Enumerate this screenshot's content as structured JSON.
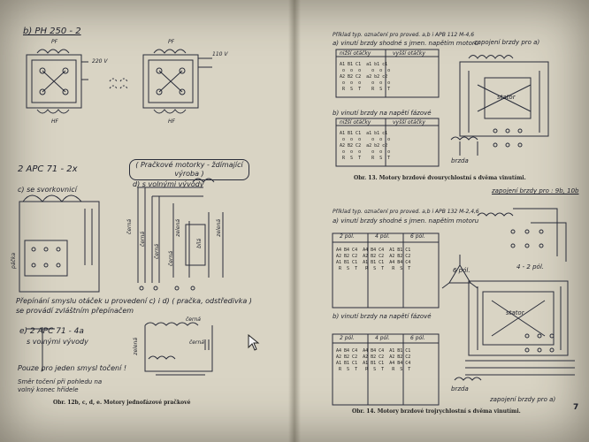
{
  "left": {
    "b_title": "b) PH 250 - 2",
    "voltage_220": "220 V",
    "voltage_110": "110 V",
    "pf": "PF",
    "hf": "HF",
    "apc_title": "2 APC 71 - 2x",
    "c_label": "c) se svorkovnicí",
    "motor_box": "( Pračkové motorky - ždímající výroba )",
    "d_label": "d) s volnými vývody",
    "wire_labels": [
      "černá",
      "černá",
      "černá",
      "černá",
      "zelená",
      "bílá",
      "zelená"
    ],
    "side_label": "páčka",
    "note_1": "Přepínání smyslu otáček u provedení c) i d) ( pračka, odstředivka )",
    "note_2": "se provádí zvláštním přepínačem",
    "e_title": "e) 2 APC 71 - 4a",
    "e_sub": "s volnými vývody",
    "e_wire_1": "černá",
    "e_wire_2": "černá",
    "e_wire_3": "zelená",
    "e_note_1": "Pouze pro jeden smysl točení !",
    "e_note_2": "Směr točení při pohledu na volný konec hřídele",
    "caption": "Obr. 12b, c, d, e. Motory jednofázové pračkové"
  },
  "right_top": {
    "title": "Příklad typ. označení pro proved. a,b i APB 112 M-4,6",
    "a_label": "a) vinutí brzdy shodné s jmen. napětím motoru",
    "col_low": "nižší otáčky",
    "col_high": "vyšší otáčky",
    "b_label": "b) vinutí brzdy na napětí fázové",
    "conn_label": "zapojení brzdy pro a)",
    "stator": "stator",
    "brzda": "brzda",
    "caption": "Obr. 13. Motory brzdové dvourychlostní s dvěma vinutími."
  },
  "right_bottom": {
    "title": "Příklad typ. označení pro proved. a,b i APB 132 M-2,4,6",
    "a_label": "a) vinutí brzdy shodné s jmen. napětím motoru",
    "poles": [
      "2 pól.",
      "4 pól.",
      "6 pól."
    ],
    "b_label": "b) vinutí brzdy na napětí fázové",
    "conn_label": "zapojení brzdy pro : 9b, 10b",
    "six_pol": "6 pól.",
    "four_two": "4 - 2 pól.",
    "stator": "stator",
    "brzda": "brzda",
    "conn_label_a": "zapojení brzdy pro a)",
    "caption": "Obr. 14. Motory brzdové trojrychlostní s dvěma vinutími."
  },
  "page_number": "7"
}
